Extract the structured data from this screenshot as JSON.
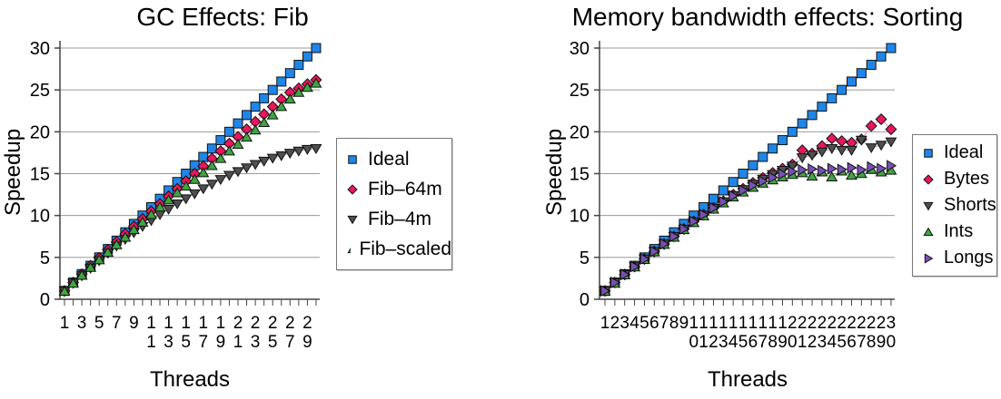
{
  "figure": {
    "background": "#ffffff",
    "axis_color": "#444444",
    "grid_color": "#999999"
  },
  "chart_data": [
    {
      "type": "scatter",
      "title": "GC Effects: Fib",
      "xlabel": "Threads",
      "ylabel": "Speedup",
      "ylim": [
        0,
        30
      ],
      "yticks": [
        0,
        5,
        10,
        15,
        20,
        25,
        30
      ],
      "xtick_label_step": 2,
      "grid": "horizontal",
      "legend_position": "right",
      "x": [
        1,
        2,
        3,
        4,
        5,
        6,
        7,
        8,
        9,
        10,
        11,
        12,
        13,
        14,
        15,
        16,
        17,
        18,
        19,
        20,
        21,
        22,
        23,
        24,
        25,
        26,
        27,
        28,
        29,
        30
      ],
      "series": [
        {
          "name": "Ideal",
          "marker": "square",
          "color": "#1f86e8",
          "line": "#86b9ef",
          "values": [
            1,
            2,
            3,
            4,
            5,
            6,
            7,
            8,
            9,
            10,
            11,
            12,
            13,
            14,
            15,
            16,
            17,
            18,
            19,
            20,
            21,
            22,
            23,
            24,
            25,
            26,
            27,
            28,
            29,
            30
          ]
        },
        {
          "name": "Fib–64m",
          "marker": "diamond",
          "color": "#e8175d",
          "line": "#f387ad",
          "values": [
            1,
            2,
            3,
            4,
            4.95,
            5.9,
            6.85,
            7.8,
            8.7,
            9.6,
            10.5,
            11.4,
            12.3,
            13.2,
            14.1,
            15,
            15.9,
            16.8,
            17.7,
            18.6,
            19.4,
            20.3,
            21.2,
            22.1,
            23,
            23.9,
            24.7,
            25.2,
            25.7,
            26.2
          ]
        },
        {
          "name": "Fib–4m",
          "marker": "triangle-down",
          "color": "#4f4f52",
          "line": "#a9a9a9",
          "values": [
            0.95,
            1.9,
            2.8,
            3.7,
            4.6,
            5.5,
            6.35,
            7.15,
            7.95,
            8.7,
            9.4,
            10.1,
            10.75,
            11.4,
            12,
            12.6,
            13.2,
            13.75,
            14.3,
            14.8,
            15.25,
            15.7,
            16.1,
            16.5,
            16.85,
            17.15,
            17.45,
            17.7,
            17.9,
            18
          ]
        },
        {
          "name": "Fib–scaled",
          "marker": "triangle-up",
          "color": "#3fa53f",
          "line": "#8fce8f",
          "values": [
            0.95,
            1.9,
            2.85,
            3.8,
            4.7,
            5.6,
            6.5,
            7.4,
            8.3,
            9.2,
            10.1,
            11,
            11.85,
            12.7,
            13.5,
            14.3,
            15.1,
            15.95,
            16.8,
            17.7,
            18.5,
            19.35,
            20.2,
            21.1,
            22,
            23,
            23.9,
            24.7,
            25.3,
            25.8
          ]
        }
      ]
    },
    {
      "type": "scatter",
      "title": "Memory bandwidth effects: Sorting",
      "xlabel": "Threads",
      "ylabel": "Speedup",
      "ylim": [
        0,
        30
      ],
      "yticks": [
        0,
        5,
        10,
        15,
        20,
        25,
        30
      ],
      "xtick_label_step": 1,
      "grid": "horizontal",
      "legend_position": "right",
      "x": [
        1,
        2,
        3,
        4,
        5,
        6,
        7,
        8,
        9,
        10,
        11,
        12,
        13,
        14,
        15,
        16,
        17,
        18,
        19,
        20,
        21,
        22,
        23,
        24,
        25,
        26,
        27,
        28,
        29,
        30
      ],
      "series": [
        {
          "name": "Ideal",
          "marker": "square",
          "color": "#1f86e8",
          "line": "#86b9ef",
          "values": [
            1,
            2,
            3,
            4,
            5,
            6,
            7,
            8,
            9,
            10,
            11,
            12,
            13,
            14,
            15,
            16,
            17,
            18,
            19,
            20,
            21,
            22,
            23,
            24,
            25,
            26,
            27,
            28,
            29,
            30
          ]
        },
        {
          "name": "Bytes",
          "marker": "diamond",
          "color": "#e8175d",
          "line": "#f387ad",
          "values": [
            1,
            2,
            2.95,
            3.9,
            4.8,
            5.7,
            6.6,
            7.5,
            8.4,
            9.3,
            10.1,
            10.9,
            11.7,
            12.5,
            13.2,
            13.9,
            14.5,
            15.1,
            15.6,
            16.1,
            17.8,
            17.4,
            18.3,
            19.2,
            18.9,
            18.7,
            19.1,
            20.7,
            21.5,
            20.3
          ]
        },
        {
          "name": "Shorts",
          "marker": "triangle-down",
          "color": "#4f4f52",
          "line": "#a9a9a9",
          "values": [
            1,
            2,
            2.95,
            3.9,
            4.8,
            5.7,
            6.6,
            7.5,
            8.35,
            9.25,
            10.05,
            10.85,
            11.65,
            12.4,
            13.1,
            13.75,
            14.35,
            14.9,
            15.4,
            15.9,
            16.9,
            17.2,
            17.6,
            18,
            17.8,
            17.8,
            19,
            18.1,
            18.4,
            18.8
          ]
        },
        {
          "name": "Ints",
          "marker": "triangle-up",
          "color": "#3fa53f",
          "line": "#8fce8f",
          "values": [
            0.95,
            1.9,
            2.9,
            3.85,
            4.75,
            5.65,
            6.55,
            7.4,
            8.3,
            9.15,
            9.95,
            10.75,
            11.5,
            12.2,
            12.8,
            13.35,
            13.85,
            14.25,
            14.6,
            14.9,
            15.1,
            14.7,
            15.2,
            14.6,
            15.3,
            14.8,
            15,
            15.5,
            15.2,
            15.4
          ]
        },
        {
          "name": "Longs",
          "marker": "triangle-right",
          "color": "#7a50b4",
          "line": "#b49bdc",
          "values": [
            1,
            2,
            2.95,
            3.9,
            4.8,
            5.7,
            6.6,
            7.5,
            8.4,
            9.3,
            10.1,
            10.9,
            11.65,
            12.35,
            13,
            13.6,
            14.1,
            14.55,
            14.95,
            15.25,
            15.45,
            15.55,
            15.35,
            15.6,
            15.5,
            15.7,
            15.45,
            15.8,
            15.6,
            15.95
          ]
        }
      ]
    }
  ]
}
